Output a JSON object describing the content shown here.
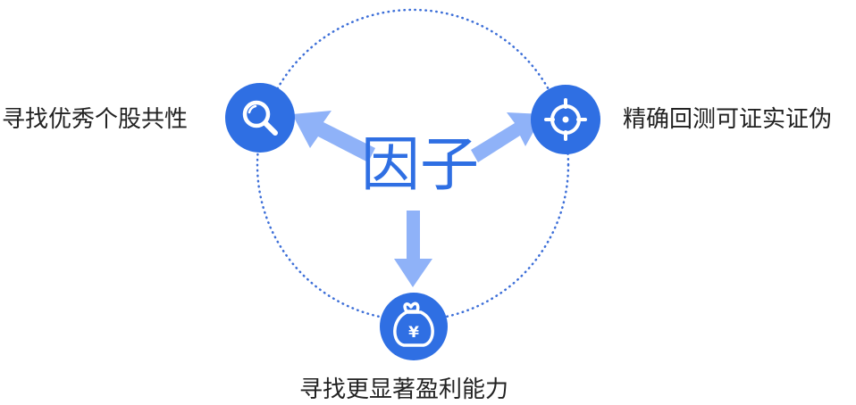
{
  "center": {
    "text": "因子"
  },
  "nodes": {
    "left": {
      "label": "寻找优秀个股共性",
      "icon": "search-icon"
    },
    "right": {
      "label": "精确回测可证实证伪",
      "icon": "target-icon"
    },
    "bottom": {
      "label": "寻找更显著盈利能力",
      "icon": "money-bag-icon",
      "symbol": "¥"
    }
  },
  "colors": {
    "node_fill": "#2f6fe3",
    "circle_dots": "#3d6fd8",
    "arrow": "#8fb2f8",
    "center_text": "#2f6fe3",
    "label_text": "#222222"
  }
}
